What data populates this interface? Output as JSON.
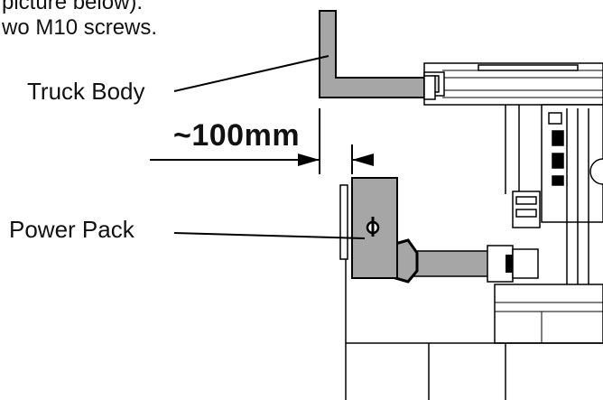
{
  "instructions": {
    "line1": "picture below).",
    "line2": "wo M10 screws."
  },
  "labels": {
    "truck_body": "Truck Body",
    "power_pack": "Power Pack"
  },
  "dimension": {
    "text": "~100mm"
  },
  "colors": {
    "part_fill": "#a6a6a6",
    "outline": "#000000",
    "background": "#ffffff"
  }
}
